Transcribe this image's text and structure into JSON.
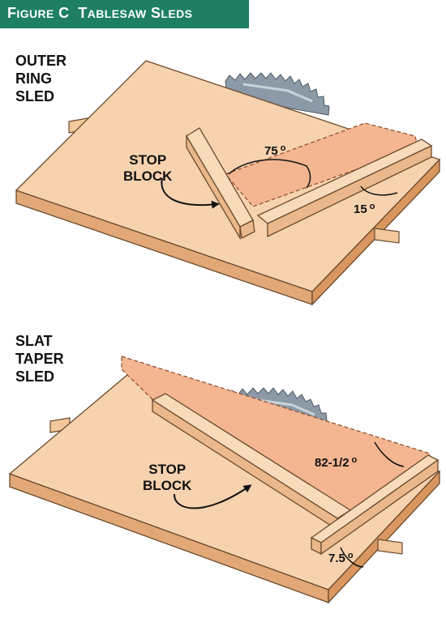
{
  "figure": {
    "label": "Figure C",
    "title": "Tablesaw Sleds"
  },
  "sleds": [
    {
      "name_lines": [
        "OUTER",
        "RING",
        "SLED"
      ],
      "stop_block_lines": [
        "STOP",
        "BLOCK"
      ],
      "angles": [
        "75",
        "15"
      ],
      "degree_symbol": "o"
    },
    {
      "name_lines": [
        "SLAT",
        "TAPER",
        "SLED"
      ],
      "stop_block_lines": [
        "STOP",
        "BLOCK"
      ],
      "angles": [
        "82-1/2",
        "7.5"
      ],
      "degree_symbol": "o"
    }
  ],
  "colors": {
    "banner": "#1e7f63",
    "board_top": "#f7d2ae",
    "board_edge": "#e2a878",
    "wood": "#f4cfa4",
    "cut_zone": "#f3b690",
    "blade": "#8c9aa8"
  }
}
